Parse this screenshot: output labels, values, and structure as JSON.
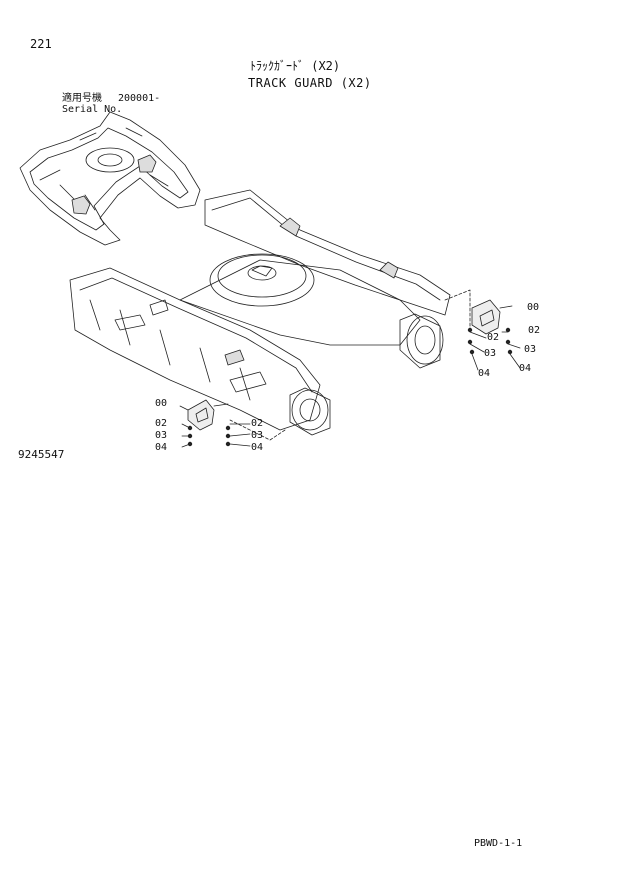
{
  "page": {
    "number": "221",
    "title_jp": "ﾄﾗｯｸｶﾞｰﾄﾞ (X2)",
    "title_en": "TRACK GUARD (X2)",
    "serial_label_jp": "適用号機",
    "serial_value": "200001-",
    "serial_label_en": "Serial No.",
    "drawing_number": "9245547",
    "footer_code": "PBWD-1-1"
  },
  "callouts": {
    "right": [
      "00",
      "02",
      "02",
      "03",
      "03",
      "04",
      "04"
    ],
    "left": [
      "00",
      "02",
      "03",
      "04",
      "02",
      "03",
      "04"
    ]
  }
}
